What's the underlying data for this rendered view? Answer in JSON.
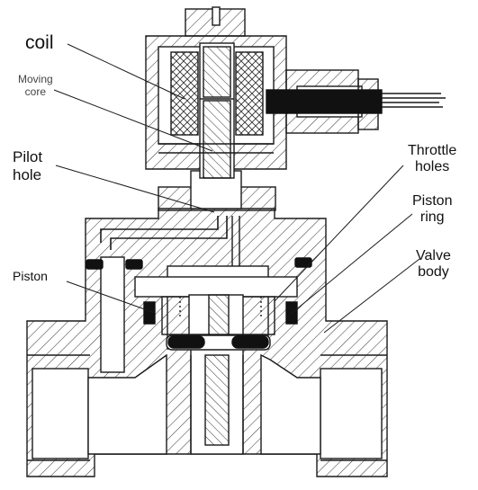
{
  "labels": {
    "coil": "coil",
    "moving_core_line1": "Moving",
    "moving_core_line2": "core",
    "pilot_hole_line1": "Pilot",
    "pilot_hole_line2": "hole",
    "piston": "Piston",
    "throttle_holes_line1": "Throttle",
    "throttle_holes_line2": "holes",
    "piston_ring_line1": "Piston",
    "piston_ring_line2": "ring",
    "valve_body_line1": "Valve",
    "valve_body_line2": "body"
  },
  "colors": {
    "line": "#1a1a1a",
    "body_fill": "#ffffff",
    "seal_fill": "#111111",
    "cable_fill": "#111111"
  }
}
